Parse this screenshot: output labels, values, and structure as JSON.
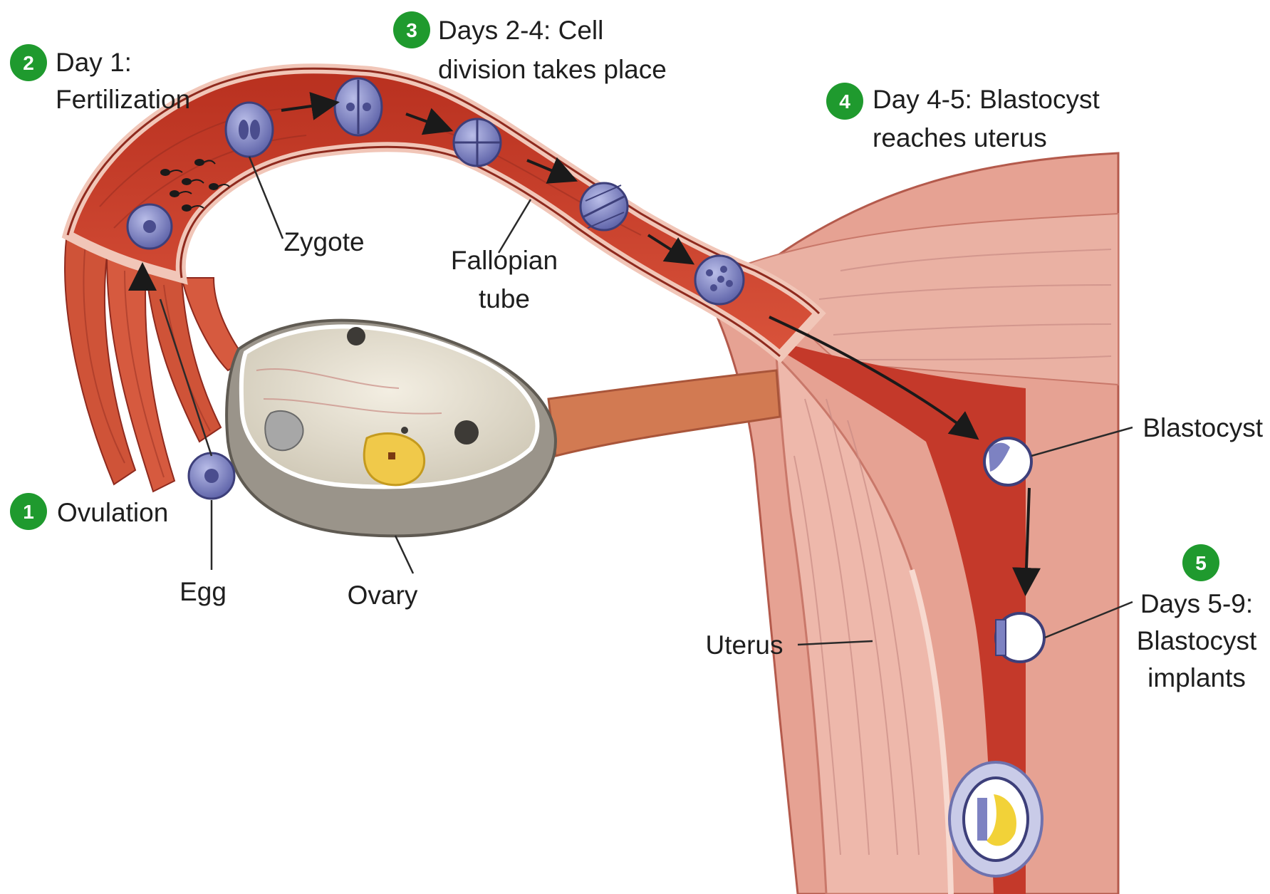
{
  "steps": [
    {
      "number": "1",
      "text": [
        "Ovulation"
      ]
    },
    {
      "number": "2",
      "text": [
        "Day 1:",
        "Fertilization"
      ]
    },
    {
      "number": "3",
      "text": [
        "Days 2-4: Cell",
        "division takes place"
      ]
    },
    {
      "number": "4",
      "text": [
        "Day 4-5: Blastocyst",
        "reaches uterus"
      ]
    },
    {
      "number": "5",
      "text": [
        "Days 5-9:",
        "Blastocyst",
        "implants"
      ]
    }
  ],
  "labels": {
    "egg": "Egg",
    "ovary": "Ovary",
    "zygote": "Zygote",
    "fallopian_tube": [
      "Fallopian",
      "tube"
    ],
    "uterus": "Uterus",
    "blastocyst": "Blastocyst"
  },
  "colors": {
    "step_badge": "#1f9a2e",
    "tube": "#c8402e",
    "tube_lining": "#f1c6b8",
    "uterus_muscle": "#e7a497",
    "uterus_cavity": "#c23a27",
    "ovary": "#ece6d6",
    "cell": "#7d82c2"
  }
}
